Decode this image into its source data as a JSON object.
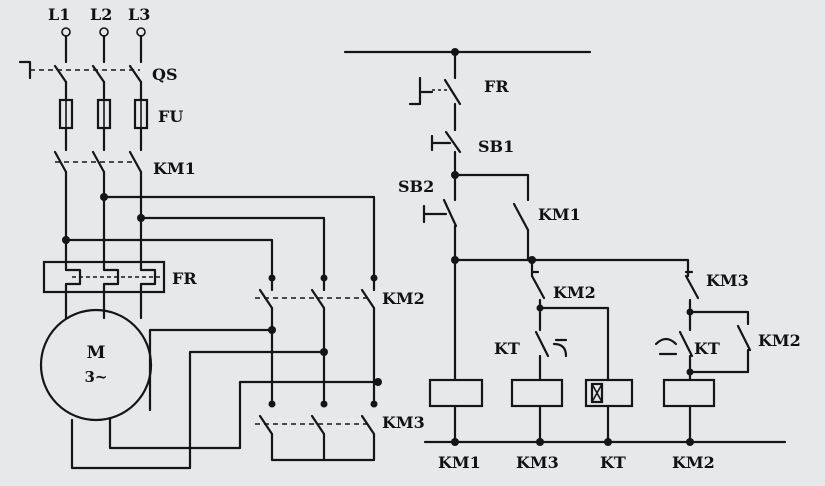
{
  "diagram": {
    "labels": {
      "phase_1": "L1",
      "phase_2": "L2",
      "phase_3": "L3",
      "isolator": "QS",
      "fuses": "FU",
      "main_contactor_km1": "KM1",
      "thermal_relay": "FR",
      "contactor_km2": "KM2",
      "contactor_km3": "KM3",
      "motor_name": "M",
      "motor_type": "3~",
      "ctrl_fr": "FR",
      "stop_button": "SB1",
      "start_button": "SB2",
      "ctrl_km1_contact": "KM1",
      "ctrl_km2_nc": "KM2",
      "ctrl_kt_contact": "KT",
      "ctrl_km3_nc": "KM3",
      "ctrl_kt_no": "KT",
      "ctrl_km2_hold": "KM2",
      "coil_km1": "KM1",
      "coil_km3": "KM3",
      "coil_kt": "KT",
      "coil_km2": "KM2"
    }
  }
}
